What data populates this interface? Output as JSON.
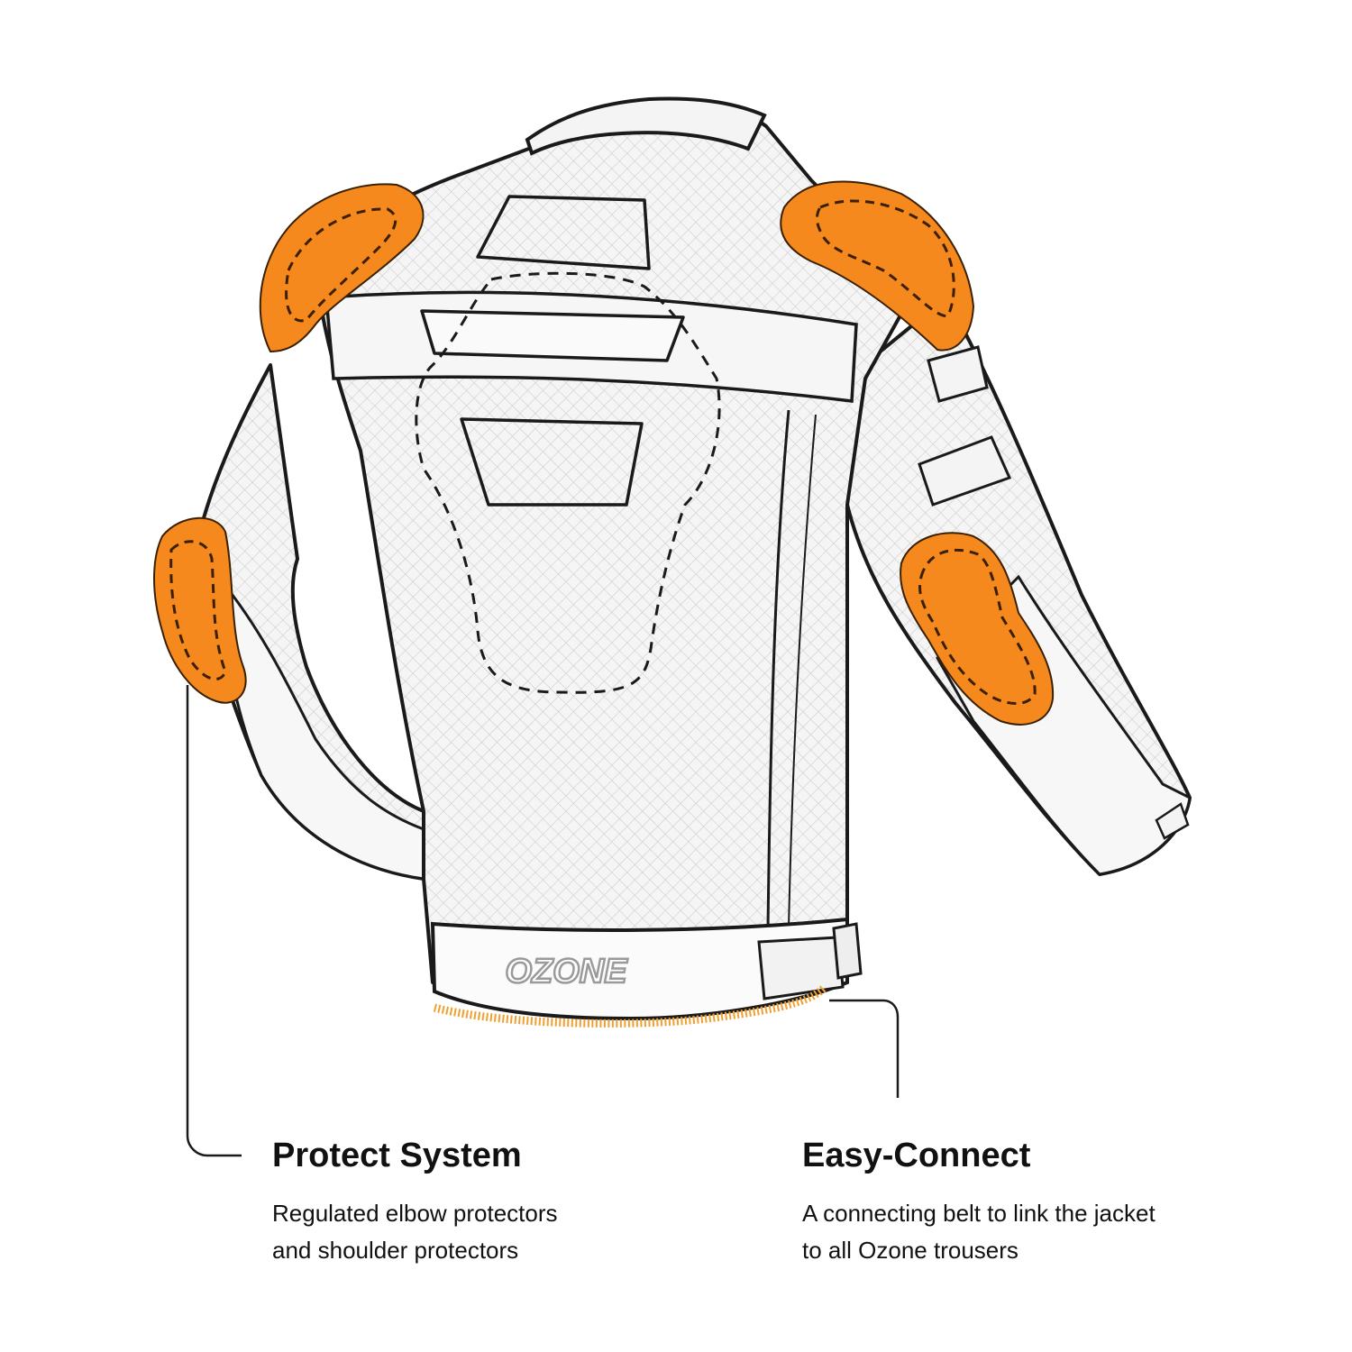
{
  "colors": {
    "background": "#ffffff",
    "outline": "#1a1a1a",
    "jacket_fill": "#f4f4f4",
    "mesh": "#cfcfcf",
    "protector": "#f5891e",
    "protector_stitch": "#4a2a0a",
    "belt_zip": "#f0a033",
    "text": "#111111"
  },
  "brand": {
    "logo_text": "OZONE"
  },
  "features": [
    {
      "title": "Protect System",
      "lines": [
        "Regulated elbow protectors",
        "and shoulder protectors"
      ]
    },
    {
      "title": "Easy-Connect",
      "lines": [
        "A connecting belt to link the jacket",
        "to all Ozone trousers"
      ]
    }
  ]
}
